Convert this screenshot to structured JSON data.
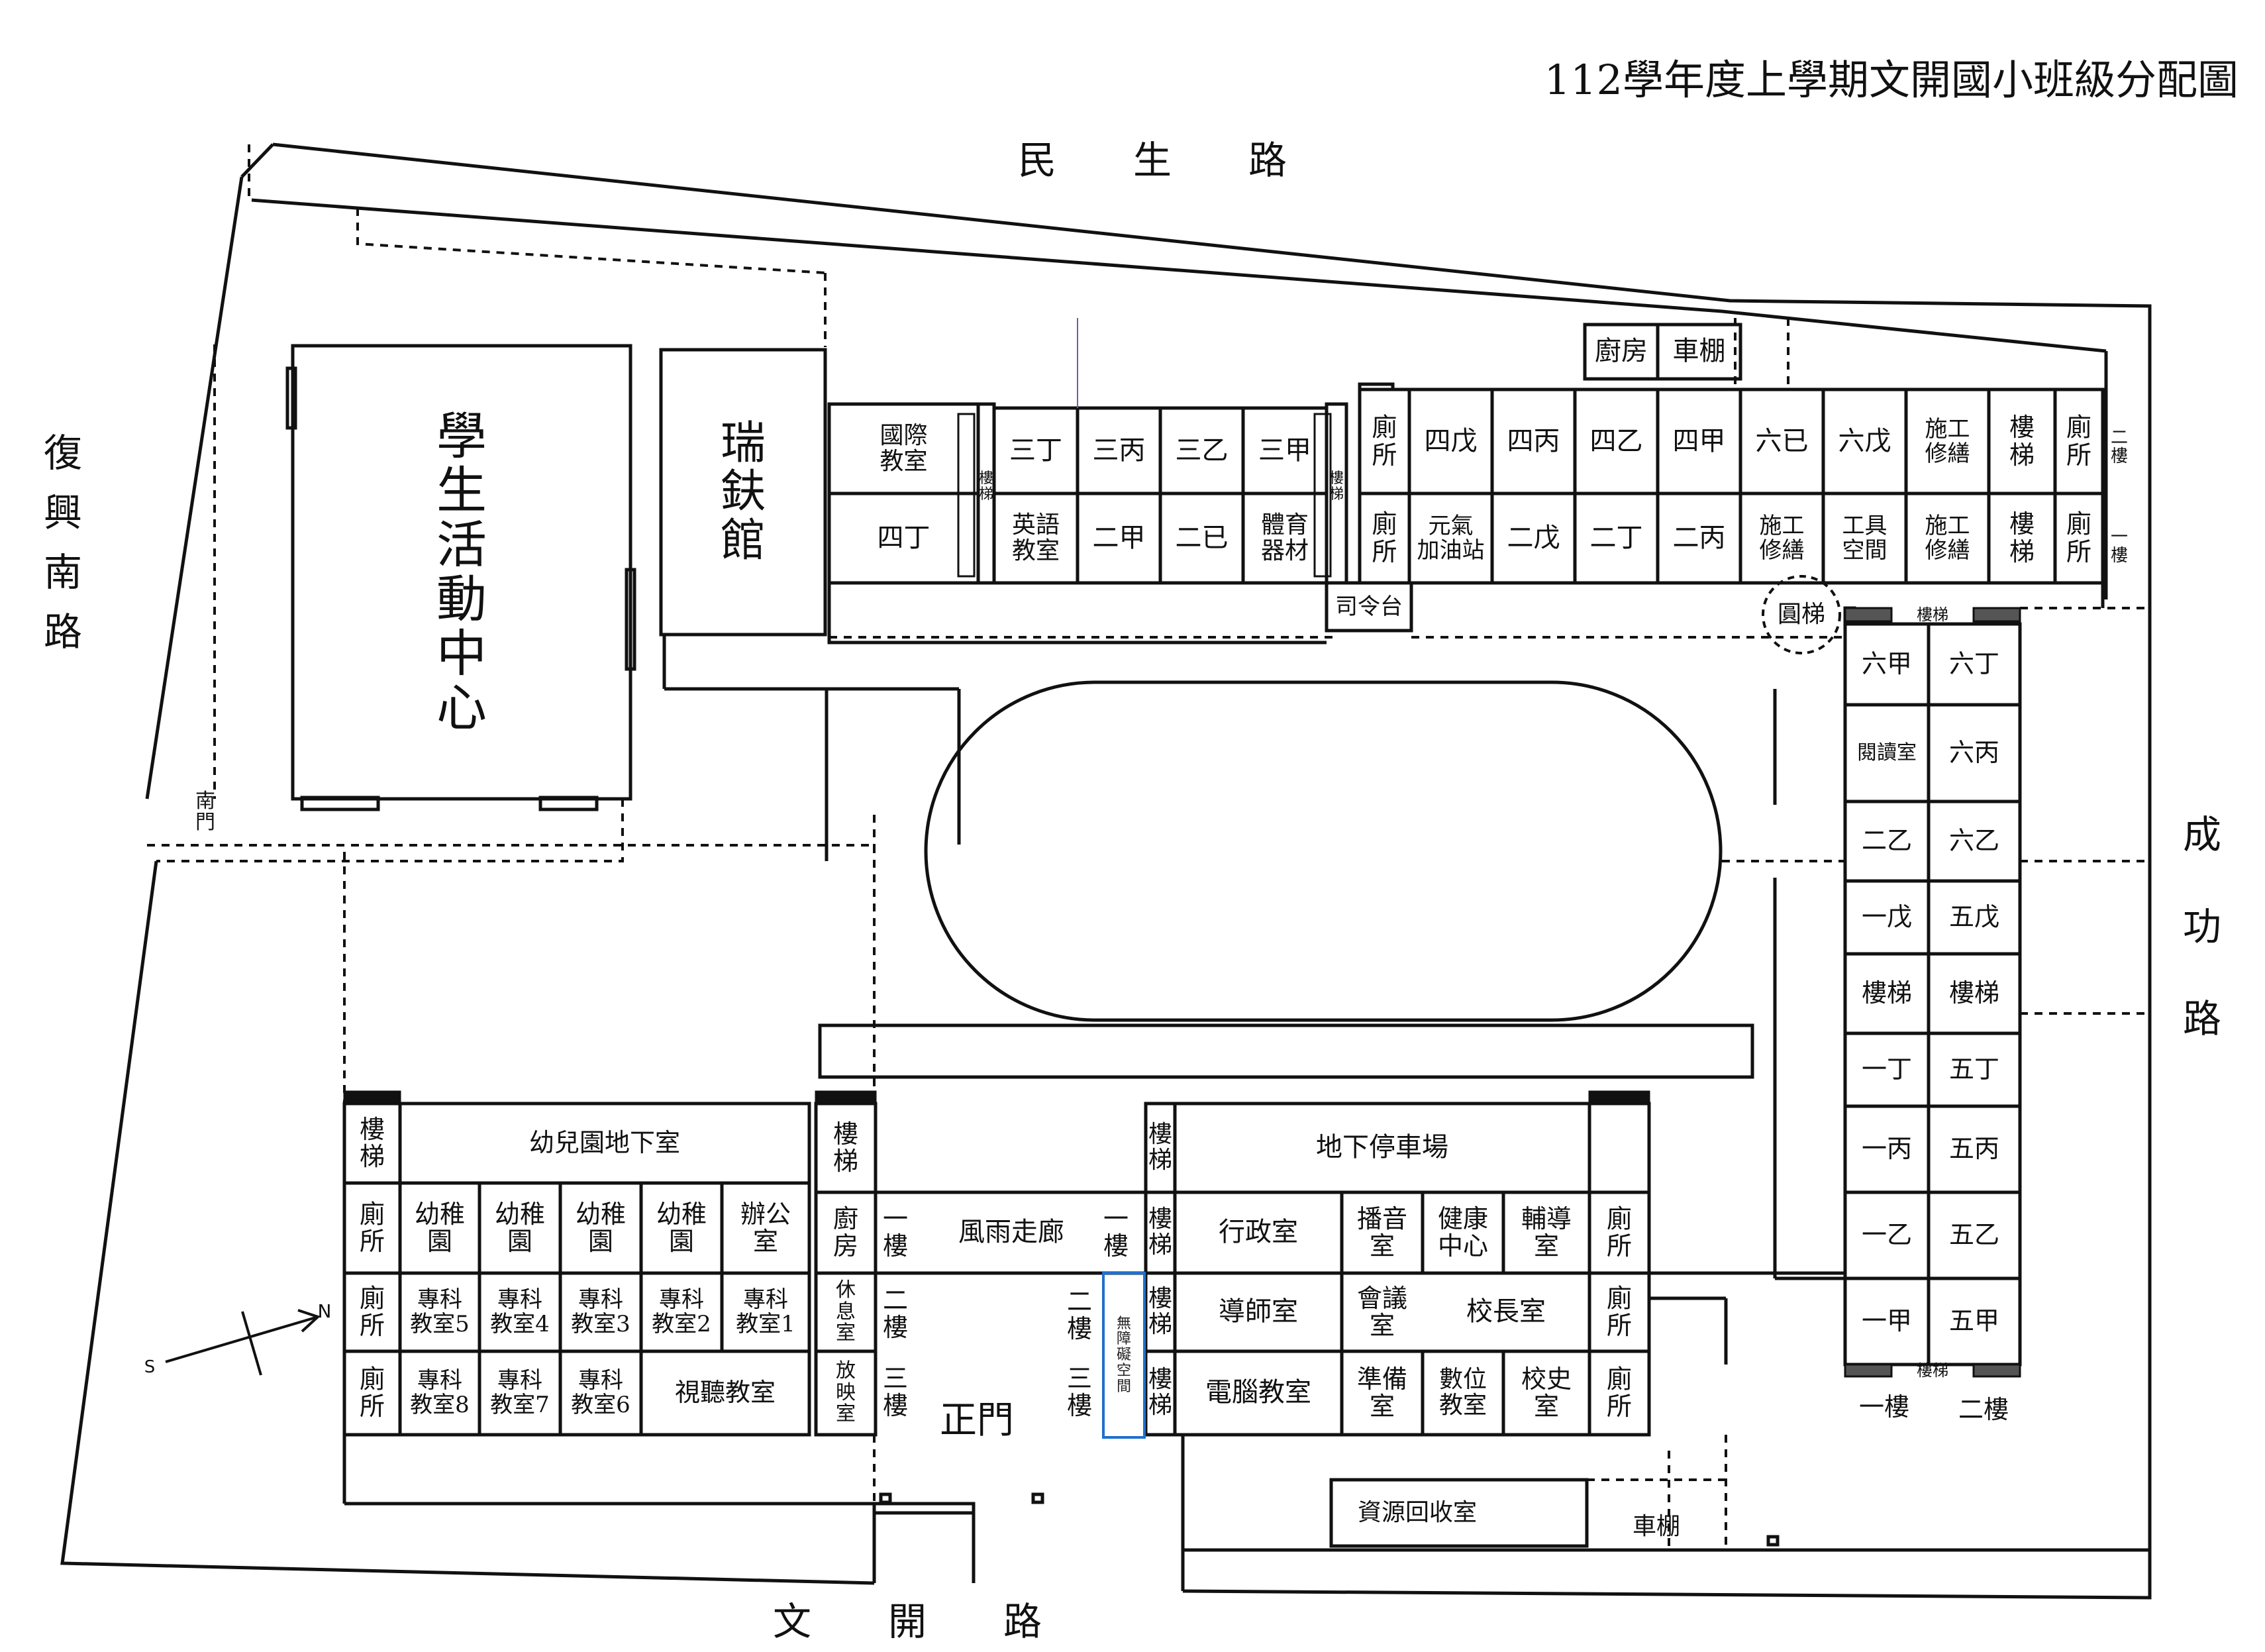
{
  "title": "112學年度上學期文開國小班級分配圖",
  "roads": {
    "north": "民　　生　　路",
    "west": "復\n興\n南\n路",
    "east": "成\n\n功\n\n路",
    "south": "文　　開　　路"
  },
  "compass": {
    "n": "N",
    "s": "S"
  },
  "rooms": {
    "activity_center": "學\n生\n活\n動\n中\n心",
    "ruijue_hall": "瑞\n鈇\n館",
    "kitchen_north": "廚房",
    "bike_shed_north": "車棚",
    "international": "國際\n教室",
    "stairs_a": "樓\n梯",
    "c_ding3": "三丁",
    "c_bing3": "三丙",
    "c_yi3": "三乙",
    "c_jia3": "三甲",
    "stairs_b": "樓\n梯",
    "toilet_n1": "廁\n所",
    "c_wu4": "四戊",
    "c_bing4": "四丙",
    "c_yi4": "四乙",
    "c_jia4": "四甲",
    "c_ji6": "六已",
    "c_wu6": "六戊",
    "repair_1": "施工\n修繕",
    "stairs_c": "樓\n梯",
    "toilet_n3": "廁\n所",
    "floor2_tag": "二\n樓",
    "c_ding4": "四丁",
    "english": "英語\n教室",
    "c_jia2": "二甲",
    "c_ji2": "二已",
    "pe_equipment": "體育\n器材",
    "toilet_n2": "廁\n所",
    "refuel_station": "元氣\n加油站",
    "c_wu2": "二戊",
    "c_ding2": "二丁",
    "c_bing2": "二丙",
    "repair_2": "施工\n修繕",
    "tool_space": "工具\n空間",
    "repair_3": "施工\n修繕",
    "stairs_d": "樓\n梯",
    "toilet_n4": "廁\n所",
    "floor1_tag": "一\n樓",
    "podium": "司令台",
    "spiral_stairs": "圓梯",
    "stairs_e": "樓梯",
    "c_jia6": "六甲",
    "c_ding6": "六丁",
    "reading_room": "閱讀室",
    "c_bing6": "六丙",
    "c_yi2": "二乙",
    "c_yi6": "六乙",
    "c_wu1": "一戊",
    "c_wu5": "五戊",
    "stairs_f": "樓梯",
    "stairs_g": "樓梯",
    "c_ding1": "一丁",
    "c_ding5": "五丁",
    "c_bing1": "一丙",
    "c_bing5": "五丙",
    "c_yi1": "一乙",
    "c_yi5": "五乙",
    "c_jia1": "一甲",
    "c_jia5": "五甲",
    "stairs_h": "樓梯",
    "east_floor1": "一樓",
    "east_floor2": "二樓",
    "south_gate": "南\n門",
    "stairs_k1": "樓\n梯",
    "kindergarten_basement": "幼兒園地下室",
    "stairs_k2": "樓\n梯",
    "toilet_k1": "廁\n所",
    "kg_1": "幼稚\n園",
    "kg_2": "幼稚\n園",
    "kg_3": "幼稚\n園",
    "kg_4": "幼稚\n園",
    "office": "辦公\n室",
    "kitchen_south": "廚\n房",
    "toilet_k2": "廁\n所",
    "special_5": "專科\n教室5",
    "special_4": "專科\n教室4",
    "special_3": "專科\n教室3",
    "special_2": "專科\n教室2",
    "special_1": "專科\n教室1",
    "rest_room": "休\n息\n室",
    "toilet_k3": "廁\n所",
    "special_8": "專科\n教室8",
    "special_7": "專科\n教室7",
    "special_6": "專科\n教室6",
    "av_room": "視聽教室",
    "screening_room": "放\n映\n室",
    "w_floor1": "一\n樓",
    "corridor": "風雨走廊",
    "e_floor1": "一\n樓",
    "w_floor2": "二\n樓",
    "e_floor2": "二\n樓",
    "w_floor3": "三\n樓",
    "e_floor3": "三\n樓",
    "main_gate": "正門",
    "accessible_space": "無\n障\n礙\n空\n間",
    "stairs_m1": "樓\n梯",
    "parking_basement": "地下停車場",
    "stairs_m2": "樓\n梯",
    "admin_office": "行政室",
    "broadcast": "播音\n室",
    "health_center": "健康\n中心",
    "counseling": "輔導\n室",
    "toilet_m1": "廁\n所",
    "stairs_m3": "樓\n梯",
    "teachers_office": "導師室",
    "meeting_room": "會議\n室",
    "principal": "校長室",
    "toilet_m2": "廁\n所",
    "stairs_m4": "樓\n梯",
    "computer_room": "電腦教室",
    "prep_room": "準備\n室",
    "digital_room": "數位\n教室",
    "history_room": "校史\n室",
    "toilet_m3": "廁\n所",
    "recycling": "資源回收室",
    "bike_shed_south": "車棚"
  },
  "accent_colors": {
    "accessible_border": "#1f6fd0",
    "lines": "#111111"
  }
}
